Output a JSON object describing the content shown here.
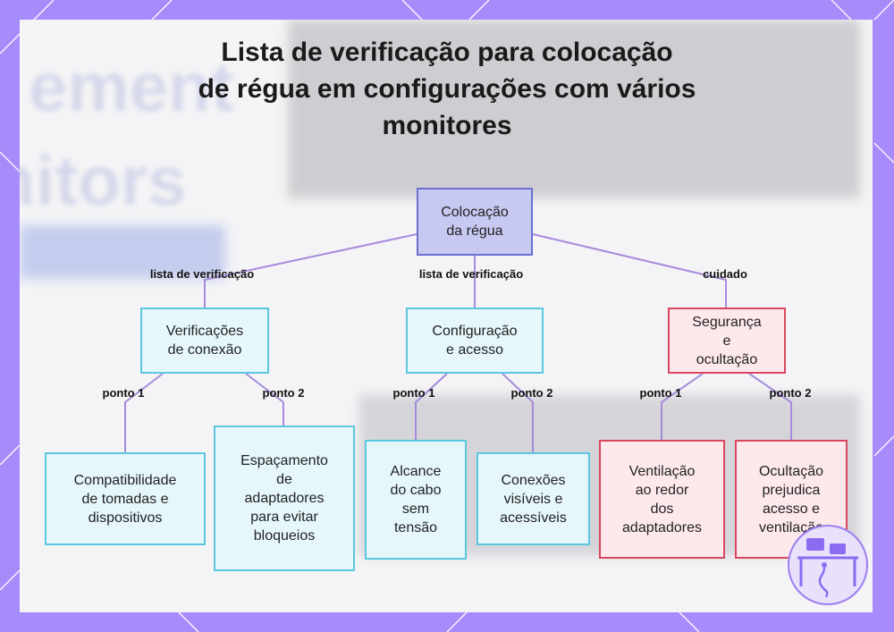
{
  "title_lines": [
    "Lista de verificação para colocação",
    "de régua em configurações com vários",
    "monitores"
  ],
  "background_text": [
    "ement",
    "nitors"
  ],
  "colors": {
    "frame": "#a78bfa",
    "root_fill": "#c7c9f2",
    "root_border": "#6b6fd0",
    "check_fill": "#e6f7fc",
    "check_border": "#5cc7df",
    "caution_fill": "#fde8ec",
    "caution_border": "#d9475f",
    "edge": "#a78bdb"
  },
  "nodes": {
    "root": "Colocação\nda régua",
    "connections": "Verificações\nde conexão",
    "config": "Configuração\ne acesso",
    "safety": "Segurança\ne\nocultação",
    "compat": "Compatibilidade\nde tomadas e\ndispositivos",
    "spacing": "Espaçamento\nde\nadaptadores\npara evitar\nbloqueios",
    "reach": "Alcance\ndo cabo\nsem\ntensão",
    "visible": "Conexões\nvisíveis e\nacessíveis",
    "ventilation": "Ventilação\nao redor\ndos\nadaptadores",
    "hiding": "Ocultação\nprejudica\nacesso e\nventilação"
  },
  "edge_labels": {
    "root_connections": "lista de verificação",
    "root_config": "lista de verificação",
    "root_safety": "cuidado",
    "connections_compat": "ponto 1",
    "connections_spacing": "ponto 2",
    "config_reach": "ponto 1",
    "config_visible": "ponto 2",
    "safety_ventilation": "ponto 1",
    "safety_hiding": "ponto 2"
  },
  "logo_icon": "workstation-cable-icon"
}
